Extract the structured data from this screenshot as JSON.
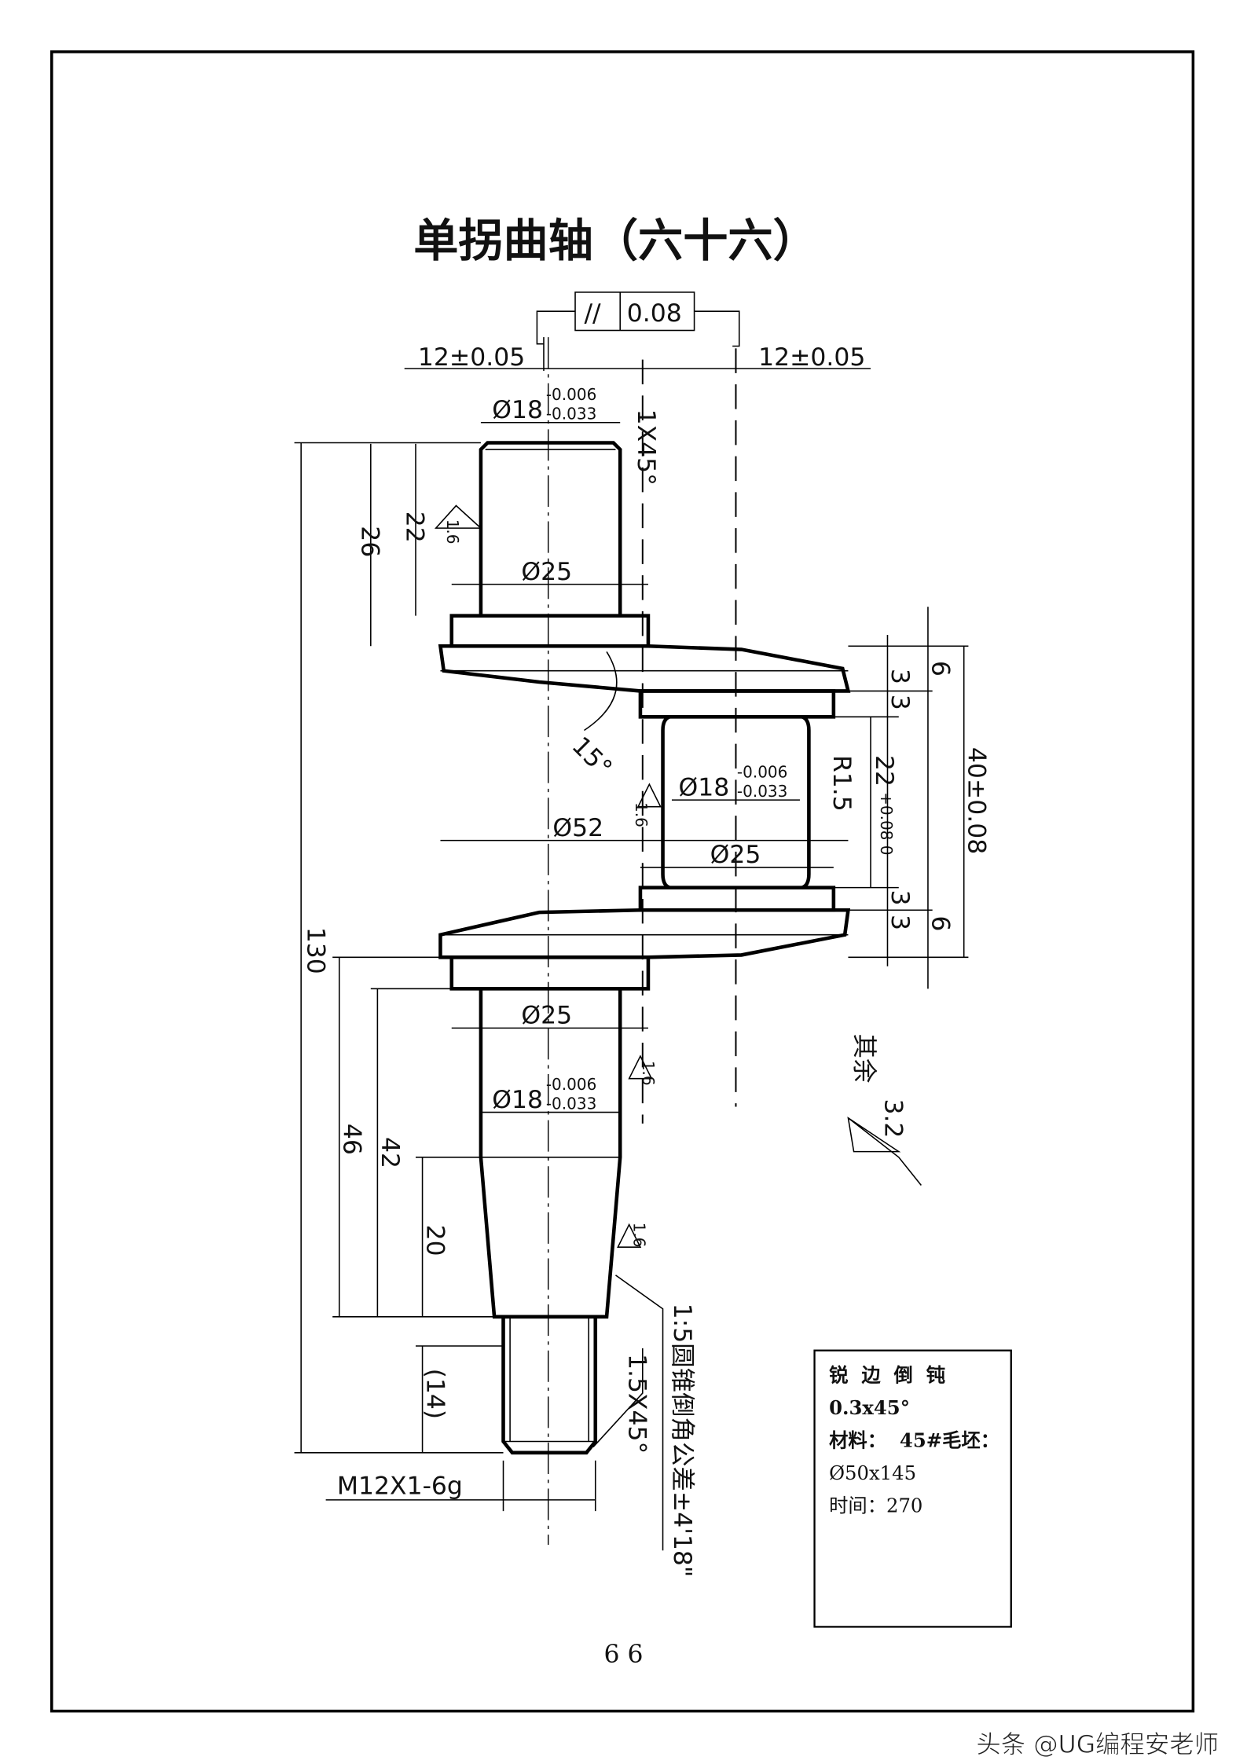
{
  "title": "单拐曲轴（六十六）",
  "page_number": "6 6",
  "watermark": "头条 @UG编程安老师",
  "tolerance_frame": {
    "symbol": "//",
    "value": "0.08"
  },
  "dimensions": {
    "left_offset": "12±0.05",
    "right_offset": "12±0.05",
    "top_journal_dia": "Ø18",
    "tol_upper": "-0.006",
    "tol_lower": "-0.033",
    "chamfer_top": "1X45°",
    "len_26": "26",
    "len_22": "22",
    "rough_16": "1.6",
    "dia_25_top": "Ø25",
    "angle_15": "15°",
    "pin_dia": "Ø18",
    "pin_tol_upper": "-0.006",
    "pin_tol_lower": "-0.033",
    "fillet": "R1.5",
    "web_dia": "Ø52",
    "pin_collar_dia": "Ø25",
    "pin_len": "22",
    "pin_len_tol": "+0.08 0",
    "web_6_top": "6",
    "web_3_top_a": "3",
    "web_3_top_b": "3",
    "web_3_bot_a": "3",
    "web_3_bot_b": "3",
    "web_6_bot": "6",
    "throw": "40±0.08",
    "total_len": "130",
    "dia_25_bottom": "Ø25",
    "bottom_journal_dia": "Ø18",
    "bot_tol_upper": "-0.006",
    "bot_tol_lower": "-0.033",
    "len_46": "46",
    "len_42": "42",
    "len_20": "20",
    "len_14": "(14)",
    "thread": "M12X1-6g",
    "chamfer_thread": "1.5X45°",
    "taper_note": "1:5圆锥倒角公差±4'18\"",
    "rest_label": "其余",
    "rest_rough": "3.2"
  },
  "notes": {
    "line1": "锐  边  倒  钝",
    "line2": "0.3x45°",
    "line3": "材料：  45#毛坯：",
    "line4": "Ø50x145",
    "line5": "时间：270"
  }
}
